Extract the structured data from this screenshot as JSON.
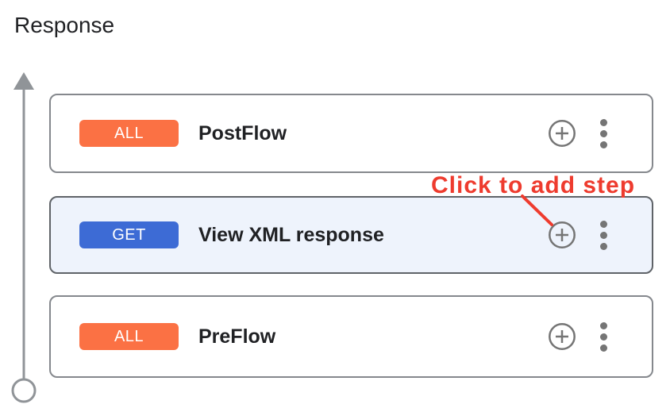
{
  "page": {
    "title": "Response"
  },
  "flow": {
    "direction": "bottom-to-top",
    "cards": [
      {
        "method": "ALL",
        "label": "PostFlow",
        "selected": false,
        "badge_color": "#FB7144"
      },
      {
        "method": "GET",
        "label": "View XML response",
        "selected": true,
        "badge_color": "#3D6BD5"
      },
      {
        "method": "ALL",
        "label": "PreFlow",
        "selected": false,
        "badge_color": "#FB7144"
      }
    ],
    "card_action_icons": [
      "add-step-plus",
      "more-options-menu"
    ]
  },
  "annotation": {
    "label": "Click to add step"
  },
  "colors": {
    "page_bg": "#ffffff",
    "text": "#202124",
    "card_border": "#85888D",
    "selected_card_border": "#5F6368",
    "selected_card_bg": "#EEF3FC",
    "icon_gray": "#757575",
    "arrow_gray": "#909498",
    "annotation_red": "#EE3B2E",
    "badge_all_orange": "#FB7144",
    "badge_get_blue": "#3D6BD5"
  }
}
